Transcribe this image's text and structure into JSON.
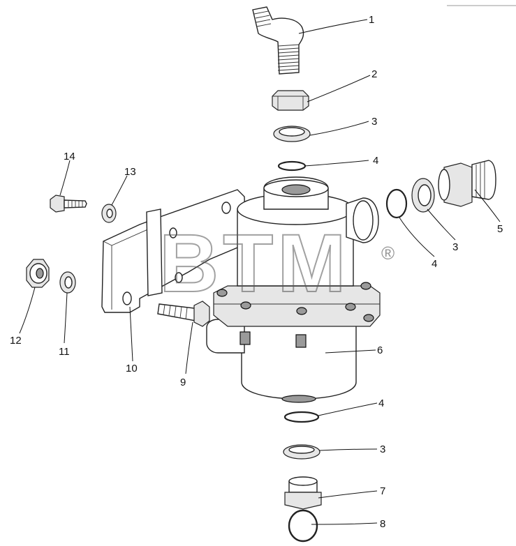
{
  "watermark": {
    "text": "BTM",
    "registered": "®"
  },
  "callouts": [
    {
      "id": "c1",
      "text": "1"
    },
    {
      "id": "c2",
      "text": "2"
    },
    {
      "id": "c3a",
      "text": "3"
    },
    {
      "id": "c4a",
      "text": "4"
    },
    {
      "id": "c14",
      "text": "14"
    },
    {
      "id": "c13",
      "text": "13"
    },
    {
      "id": "c5",
      "text": "5"
    },
    {
      "id": "c3b",
      "text": "3"
    },
    {
      "id": "c4b",
      "text": "4"
    },
    {
      "id": "c12",
      "text": "12"
    },
    {
      "id": "c11",
      "text": "11"
    },
    {
      "id": "c10",
      "text": "10"
    },
    {
      "id": "c9",
      "text": "9"
    },
    {
      "id": "c6",
      "text": "6"
    },
    {
      "id": "c4c",
      "text": "4"
    },
    {
      "id": "c3c",
      "text": "3"
    },
    {
      "id": "c7",
      "text": "7"
    },
    {
      "id": "c8",
      "text": "8"
    }
  ]
}
